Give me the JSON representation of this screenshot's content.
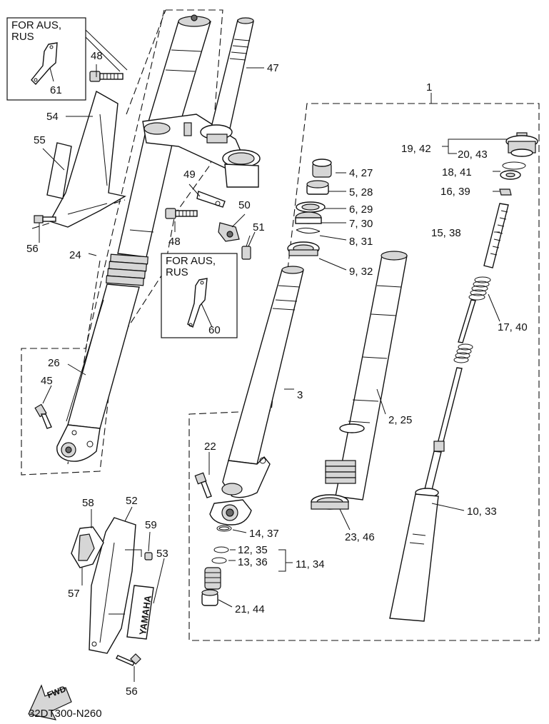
{
  "diagram_code": "32DT300-N260",
  "fwd_label": "FWD",
  "inset_top": {
    "line1": "FOR AUS,",
    "line2": "RUS",
    "part": "61"
  },
  "inset_mid": {
    "line1": "FOR AUS,",
    "line2": "RUS",
    "part": "60"
  },
  "callouts": {
    "c1": "1",
    "c2_25": "2, 25",
    "c3": "3",
    "c4_27": "4, 27",
    "c5_28": "5, 28",
    "c6_29": "6, 29",
    "c7_30": "7, 30",
    "c8_31": "8, 31",
    "c9_32": "9, 32",
    "c10_33": "10, 33",
    "c11_34": "11, 34",
    "c12_35": "12, 35",
    "c13_36": "13, 36",
    "c14_37": "14, 37",
    "c15_38": "15, 38",
    "c16_39": "16, 39",
    "c17_40": "17, 40",
    "c18_41": "18, 41",
    "c19_42": "19, 42",
    "c20_43": "20, 43",
    "c21_44": "21, 44",
    "c22": "22",
    "c23_46": "23, 46",
    "c24": "24",
    "c26": "26",
    "c45": "45",
    "c47": "47",
    "c48a": "48",
    "c48b": "48",
    "c49": "49",
    "c50": "50",
    "c51": "51",
    "c52": "52",
    "c53": "53",
    "c54": "54",
    "c55": "55",
    "c56a": "56",
    "c56b": "56",
    "c57": "57",
    "c58": "58",
    "c59": "59"
  },
  "decal_text": "YAMAHA"
}
